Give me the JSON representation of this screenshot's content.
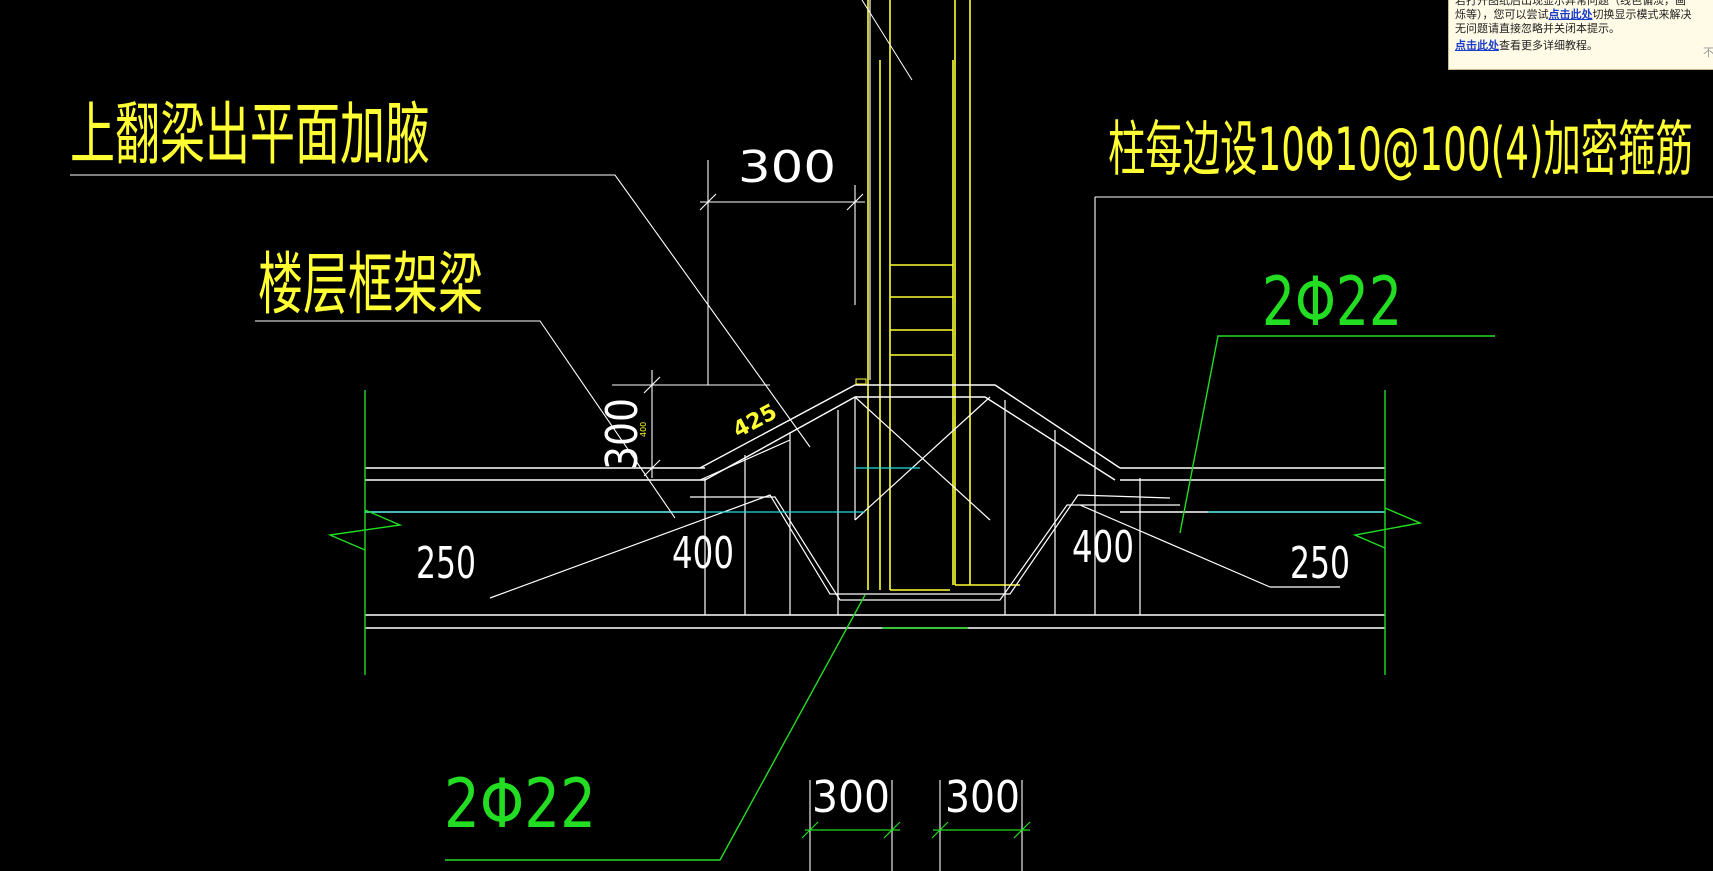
{
  "drawing": {
    "label_haunch": "上翻梁出平面加腋",
    "label_frame_beam": "楼层框架梁",
    "label_column_stirrup": "柱每边设10Φ10@100(4)加密箍筋",
    "label_rebar_top": "2Φ22",
    "label_rebar_bottom": "2Φ22",
    "dim_top_300": "300",
    "dim_left_300": "300",
    "dim_left_small": "400",
    "dim_425": "425",
    "dim_left_400": "400",
    "dim_right_400": "400",
    "dim_left_250": "250",
    "dim_right_250": "250",
    "dim_bottom_300_a": "300",
    "dim_bottom_300_b": "300",
    "colors": {
      "background": "#000000",
      "white": "#ffffff",
      "yellow": "#ffff33",
      "green": "#22dd22",
      "cyan": "#22dddd"
    }
  },
  "notice": {
    "line1": "若打开图纸后出现显示异常问题（线色偏淡，画",
    "line2_pre": "烁等），您可以尝试",
    "line2_link": "点击此处",
    "line2_post": "切换显示模式来解决",
    "line3": "无问题请直接忽略并关闭本提示。",
    "line4_link": "点击此处",
    "line4_post": "查看更多详细教程。",
    "close_label": "不"
  }
}
